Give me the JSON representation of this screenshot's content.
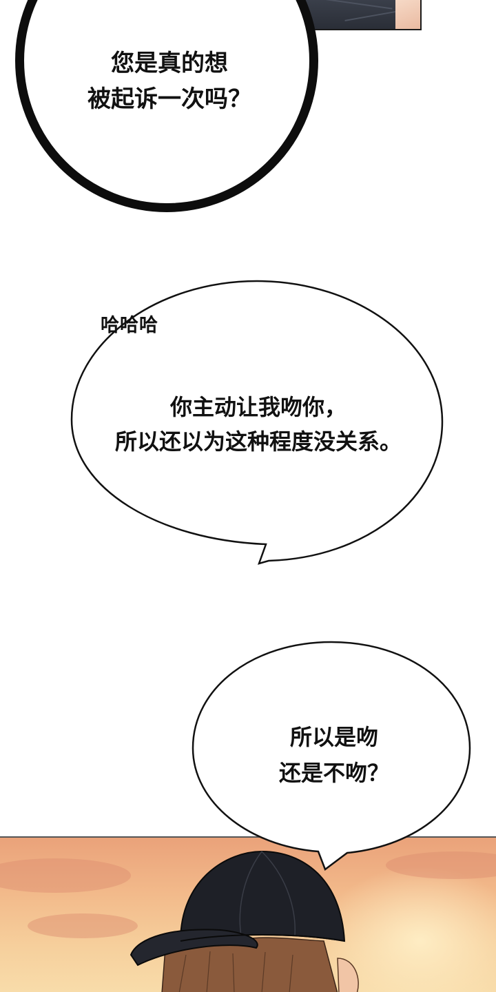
{
  "panels": {
    "bubble_1": {
      "lines": [
        "您是真的想",
        "被起诉一次吗？"
      ]
    },
    "bubble_2": {
      "sfx": "哈哈哈",
      "lines": [
        "你主动让我吻你，",
        "所以还以为这种程度没关系。"
      ]
    },
    "bubble_3": {
      "lines": [
        "所以是吻",
        "还是不吻？"
      ]
    }
  },
  "colors": {
    "ink": "#111111",
    "cap": "#1e2027",
    "hair": "#8a5a3c",
    "sky_top": "#eaa27a",
    "sky_bottom": "#f8dcaa"
  }
}
